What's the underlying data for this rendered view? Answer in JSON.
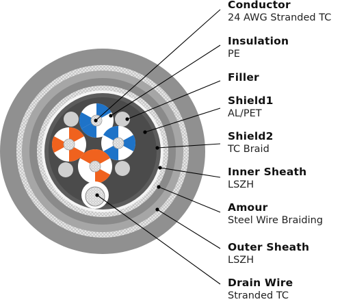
{
  "labels": [
    {
      "title": "Conductor",
      "sub": "24 AWG Stranded TC"
    },
    {
      "title": "Insulation",
      "sub": "PE"
    },
    {
      "title": "Filler",
      "sub": ""
    },
    {
      "title": "Shield1",
      "sub": "AL/PET"
    },
    {
      "title": "Shield2",
      "sub": "TC Braid"
    },
    {
      "title": "Inner Sheath",
      "sub": "LSZH"
    },
    {
      "title": "Amour",
      "sub": "Steel Wire Braiding"
    },
    {
      "title": "Outer Sheath",
      "sub": "LSZH"
    },
    {
      "title": "Drain Wire",
      "sub": "Stranded TC"
    }
  ],
  "colors": {
    "outer_sheath": "#909090",
    "armour_braid": "#e6e6e6",
    "inner_sheath": "#7c7c7c",
    "shield": "#5a5a5a",
    "core_fill": "#4a4a4a",
    "pair_blue": "#1e73c8",
    "pair_orange": "#f0621e",
    "filler": "#cfcfcf",
    "leader_line": "#000000"
  }
}
